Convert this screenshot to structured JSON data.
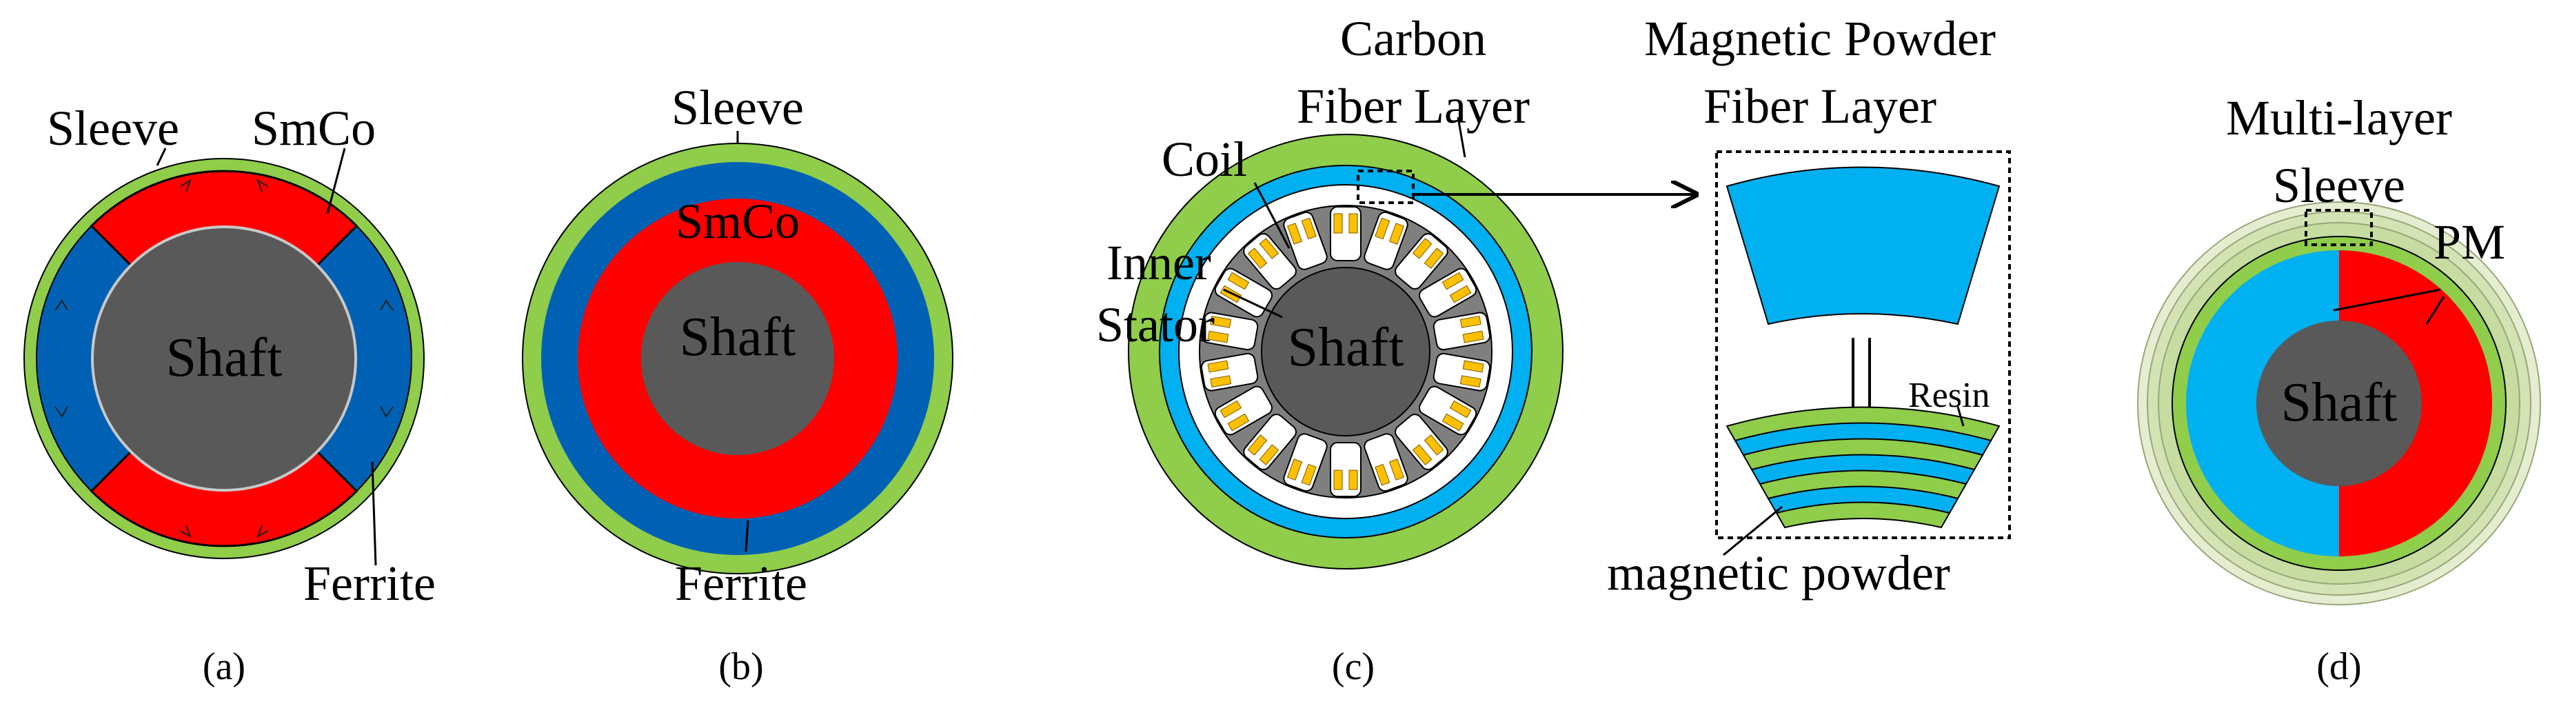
{
  "colors": {
    "green": "#8fcd4a",
    "red": "#ff0000",
    "blue": "#0061b4",
    "light_blue": "#00b0f0",
    "shaft": "#595959",
    "stator": "#7f7f7f",
    "coil": "#ffc000",
    "pale_green": "#d3e3b4"
  },
  "panel_a": {
    "labels": {
      "sleeve": "Sleeve",
      "smco": "SmCo",
      "ferrite": "Ferrite",
      "shaft": "Shaft"
    },
    "caption": "(a)"
  },
  "panel_b": {
    "labels": {
      "sleeve": "Sleeve",
      "smco": "SmCo",
      "ferrite": "Ferrite",
      "shaft": "Shaft"
    },
    "caption": "(b)"
  },
  "panel_c": {
    "labels": {
      "carbon_fiber_line1": "Carbon",
      "carbon_fiber_line2": "Fiber Layer",
      "magnetic_powder_line1": "Magnetic  Powder",
      "magnetic_powder_line2": "Fiber  Layer",
      "coil": "Coil",
      "inner_stator_line1": "Inner",
      "inner_stator_line2": "Stator",
      "shaft": "Shaft",
      "resin": "Resin",
      "magnetic_powder": "magnetic  powder"
    },
    "caption": "(c)"
  },
  "panel_d": {
    "labels": {
      "multi_layer_line1": "Multi-layer",
      "multi_layer_line2": "Sleeve",
      "pm": "PM",
      "shaft": "Shaft"
    },
    "caption": "(d)"
  }
}
